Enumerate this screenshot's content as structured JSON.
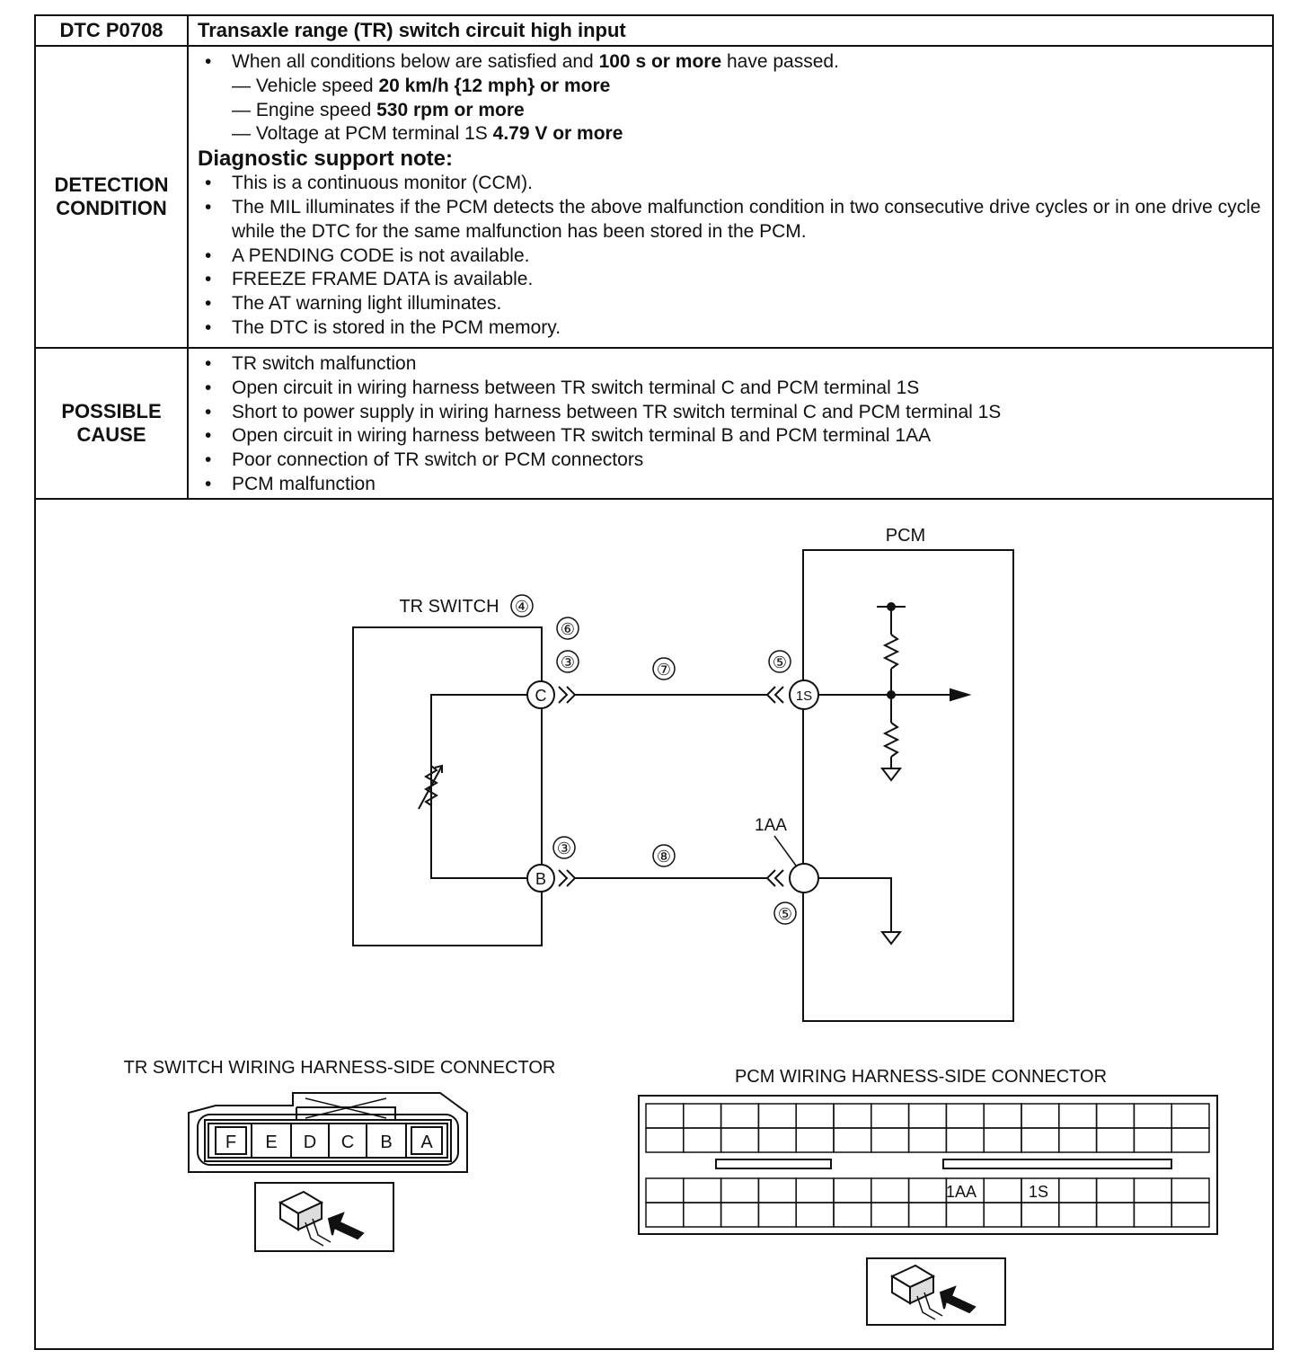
{
  "header": {
    "dtc": "DTC P0708",
    "title": "Transaxle range (TR) switch circuit high input"
  },
  "detection": {
    "label_line1": "DETECTION",
    "label_line2": "CONDITION",
    "intro_pre": "When all conditions below are satisfied and ",
    "intro_bold": "100 s or more",
    "intro_post": " have passed.",
    "conditions": [
      {
        "pre": "— Vehicle speed ",
        "bold": "20 km/h {12 mph} or more"
      },
      {
        "pre": "— Engine speed ",
        "bold": "530 rpm or more"
      },
      {
        "pre": "— Voltage at PCM terminal 1S ",
        "bold": "4.79 V or more"
      }
    ],
    "note_heading": "Diagnostic support note:",
    "notes": [
      "This is a continuous monitor (CCM).",
      "The MIL illuminates if the PCM detects the above malfunction condition in two consecutive drive cycles or in one drive cycle while the DTC for the same malfunction has been stored in the PCM.",
      "A PENDING CODE is not available.",
      "FREEZE FRAME DATA is available.",
      "The AT warning light illuminates.",
      "The DTC is stored in the PCM memory."
    ]
  },
  "cause": {
    "label_line1": "POSSIBLE",
    "label_line2": "CAUSE",
    "items": [
      "TR switch malfunction",
      "Open circuit in wiring harness between TR switch terminal C and PCM terminal 1S",
      "Short to power supply in wiring harness between TR switch terminal C and PCM terminal 1S",
      "Open circuit in wiring harness between TR switch terminal B and PCM terminal 1AA",
      "Poor connection of TR switch or PCM connectors",
      "PCM malfunction"
    ]
  },
  "diagram": {
    "pcm_label": "PCM",
    "tr_switch_label": "TR SWITCH",
    "callouts": {
      "c3": "③",
      "c4": "④",
      "c5": "⑤",
      "c6": "⑥",
      "c7": "⑦",
      "c8": "⑧"
    },
    "terminals": {
      "c": "C",
      "b": "B",
      "s1": "1S",
      "aa1": "1AA"
    },
    "tr_connector_label": "TR SWITCH WIRING HARNESS-SIDE CONNECTOR",
    "pcm_connector_label": "PCM WIRING HARNESS-SIDE CONNECTOR",
    "tr_pins": [
      "F",
      "E",
      "D",
      "C",
      "B",
      "A"
    ],
    "pcm_pin_labels": {
      "aa1": "1AA",
      "s1": "1S"
    }
  }
}
